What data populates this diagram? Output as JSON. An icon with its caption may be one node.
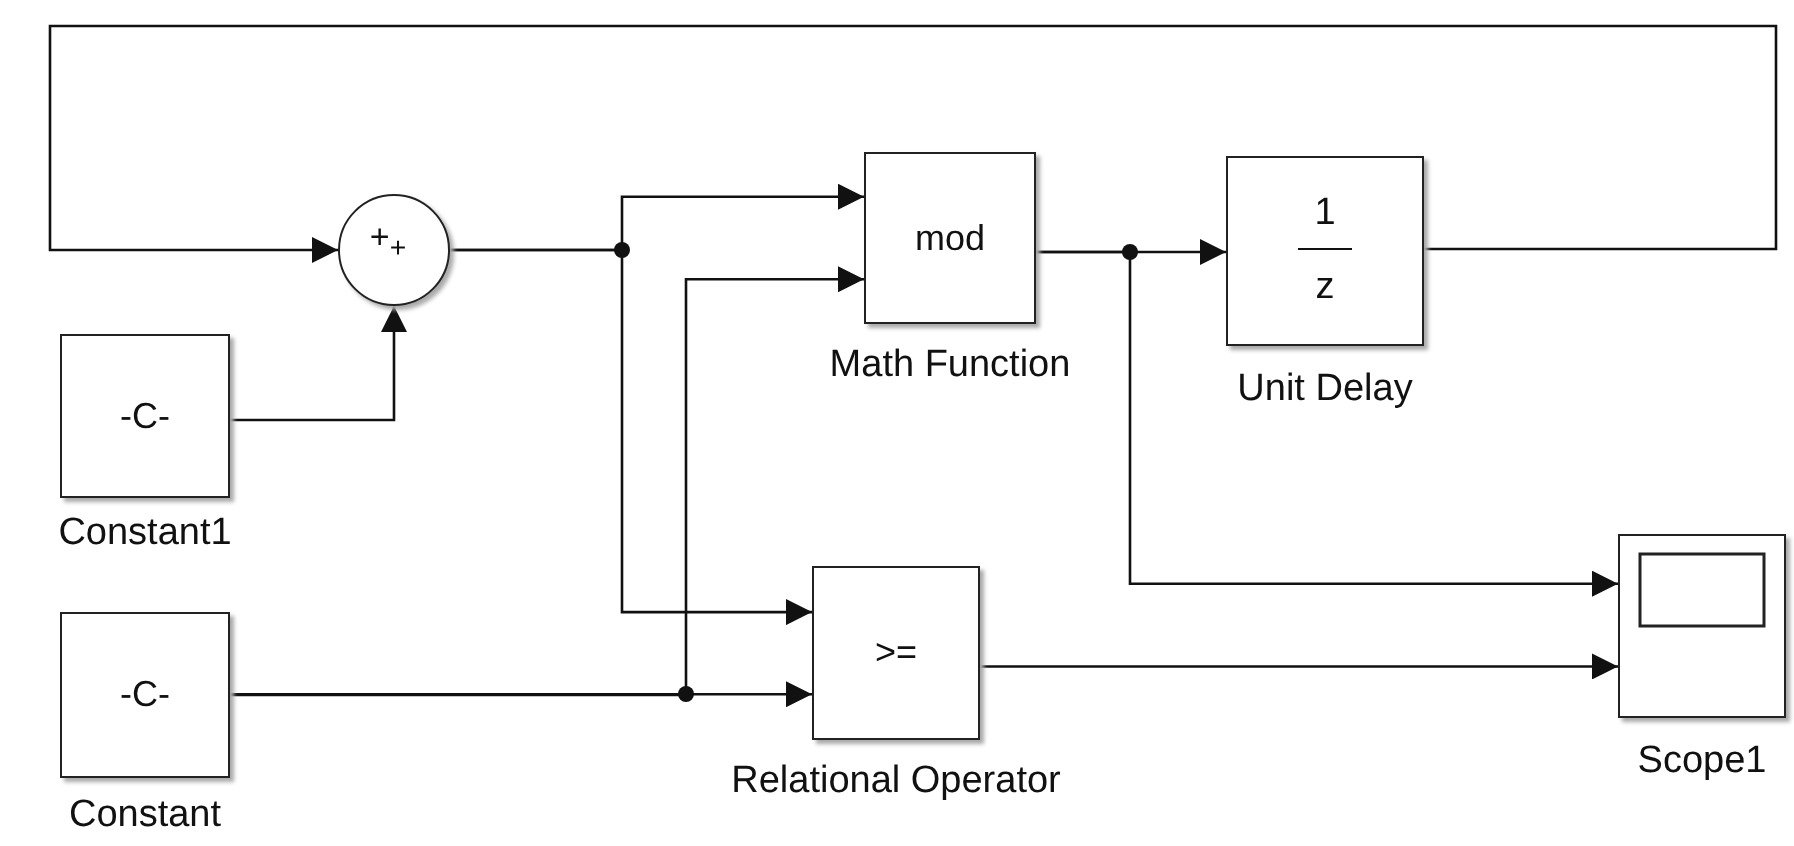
{
  "diagram": {
    "nodes": [
      {
        "text": [
          "+$_{+}$"
        ]
      },
      {
        "text": [
          "mod"
        ],
        "beside": [
          "Math Function"
        ]
      },
      {
        "text": [
          "1",
          "z"
        ],
        "beside": [
          "Unit Delay"
        ]
      },
      {
        "text": [
          "-C-"
        ],
        "beside": [
          "Constant1"
        ]
      },
      {
        "text": [
          "-C-"
        ],
        "beside": [
          "Constant"
        ]
      },
      {
        "text": [
          ">="
        ],
        "beside": [
          "Relational Operator"
        ]
      },
      {
        "text": [],
        "shape": "box",
        "beside": [
          "Scope1"
        ]
      }
    ],
    "edges": [
      {
        "from": 2,
        "to": 0,
        "arrow": "to"
      },
      {
        "from": 3,
        "to": 0,
        "arrow": "to"
      },
      {
        "from": 0,
        "to": 1,
        "arrow": "to"
      },
      {
        "from": 0,
        "to": 5,
        "arrow": "to"
      },
      {
        "from": 4,
        "to": 5,
        "arrow": "to"
      },
      {
        "from": 4,
        "to": 1,
        "arrow": "to"
      },
      {
        "from": 1,
        "to": 2,
        "arrow": "to"
      },
      {
        "from": 1,
        "to": 6,
        "arrow": "to"
      },
      {
        "from": 5,
        "to": 6,
        "arrow": "to"
      }
    ]
  }
}
